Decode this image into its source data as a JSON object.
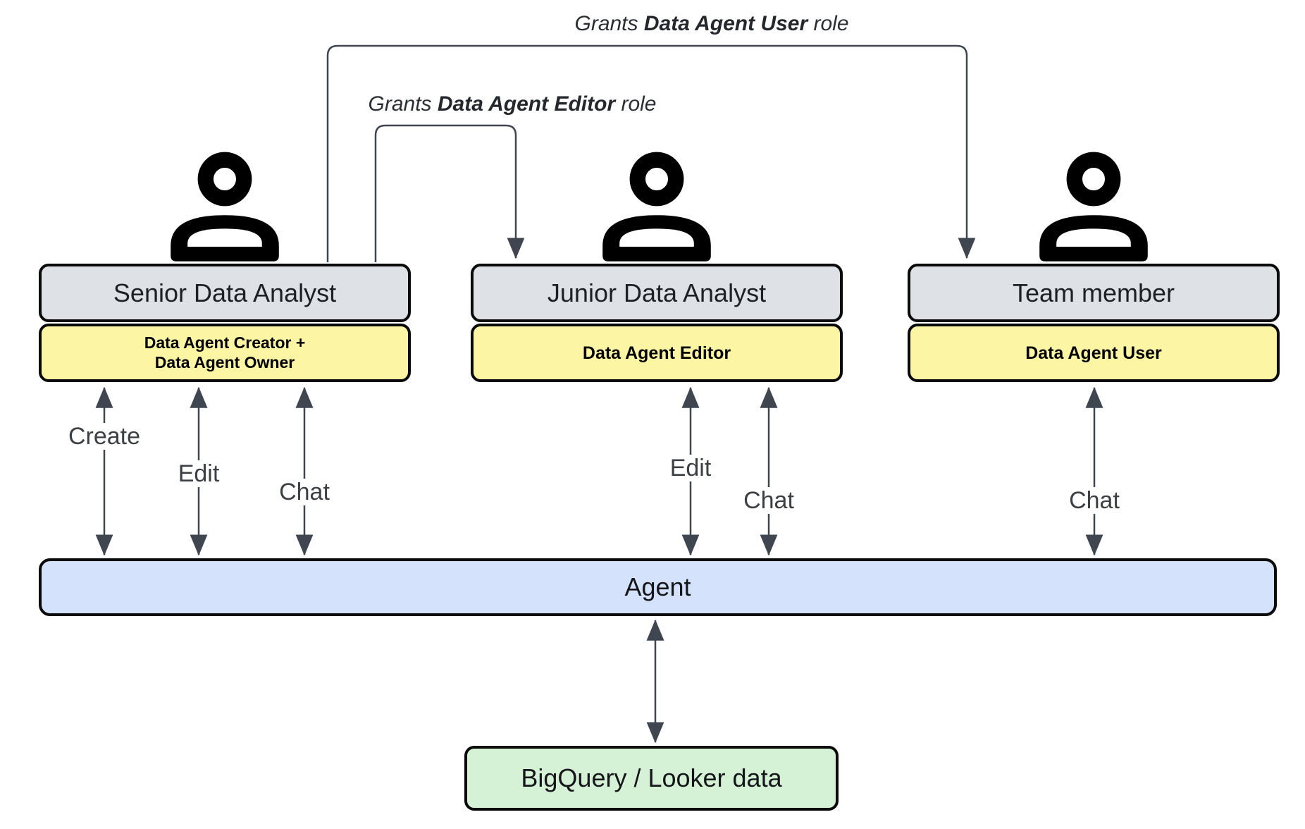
{
  "actors": [
    {
      "title": "Senior Data Analyst",
      "role_lines": [
        "Data Agent Creator +",
        "Data Agent Owner"
      ]
    },
    {
      "title": "Junior Data Analyst",
      "role_lines": [
        "Data Agent Editor"
      ]
    },
    {
      "title": "Team member",
      "role_lines": [
        "Data Agent User"
      ]
    }
  ],
  "grants": [
    {
      "prefix": "Grants ",
      "bold": "Data Agent User",
      "suffix": " role"
    },
    {
      "prefix": "Grants ",
      "bold": "Data Agent Editor",
      "suffix": " role"
    }
  ],
  "actions": [
    "Create",
    "Edit",
    "Chat",
    "Edit",
    "Chat",
    "Chat"
  ],
  "agent_label": "Agent",
  "datastore_label": "BigQuery / Looker data",
  "colors": {
    "title_box_fill": "#DEE1E5",
    "role_box_fill": "#FCF5A3",
    "agent_fill": "#D4E2FB",
    "datastore_fill": "#D6F2D6",
    "arrow": "#3F4650",
    "border": "#0A0A0A"
  }
}
